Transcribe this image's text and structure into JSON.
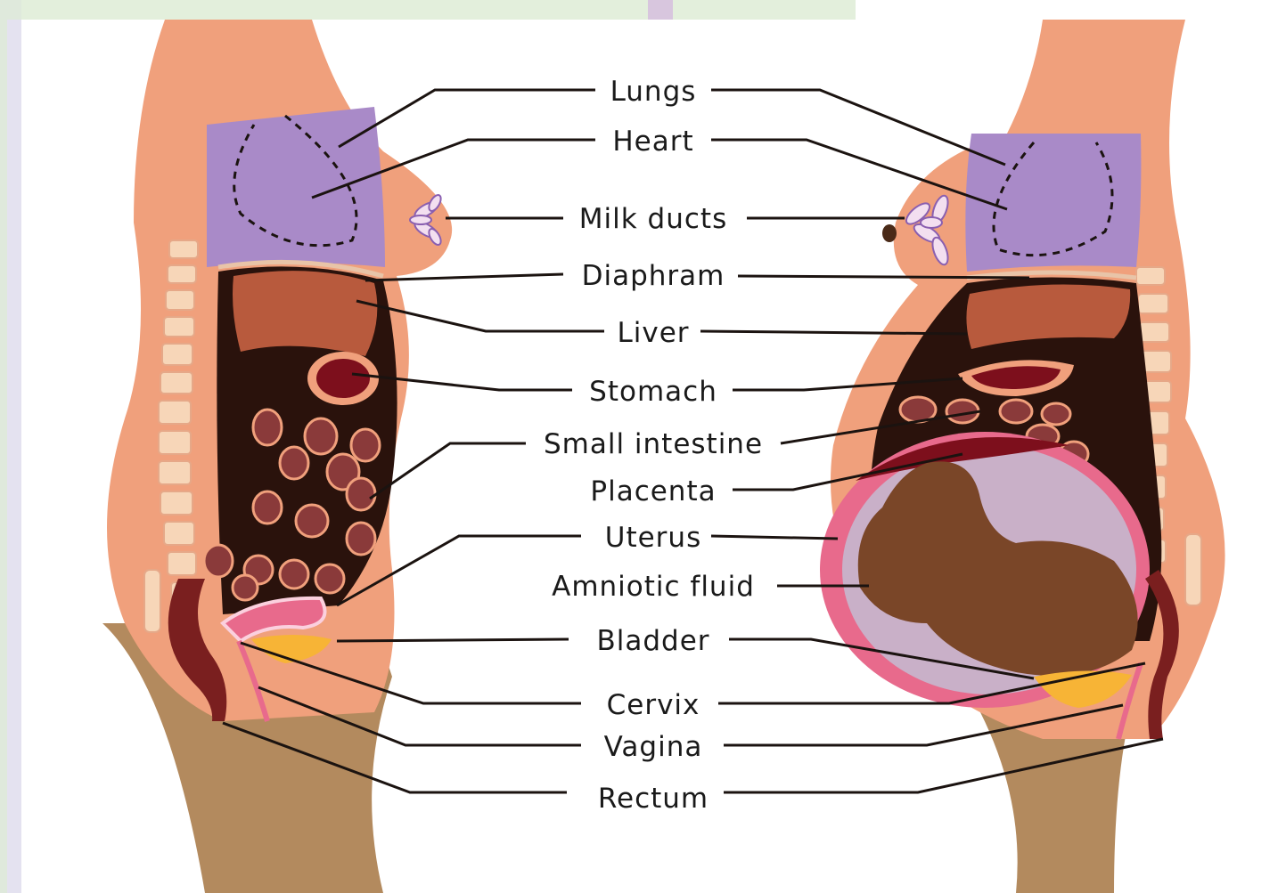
{
  "diagram": {
    "labels": [
      "Lungs",
      "Heart",
      "Milk ducts",
      "Diaphram",
      "Liver",
      "Stomach",
      "Small intestine",
      "Placenta",
      "Uterus",
      "Amniotic fluid",
      "Bladder",
      "Cervix",
      "Vagina",
      "Rectum"
    ]
  },
  "colors": {
    "skin": "#f0a07c",
    "lungs": "#a98ac8",
    "liver": "#b85a3d",
    "cavity": "#2a120c",
    "legs": "#b38a5e",
    "uterus": "#e86a8c",
    "bladder": "#f7b436",
    "fetus": "#7a4628"
  }
}
